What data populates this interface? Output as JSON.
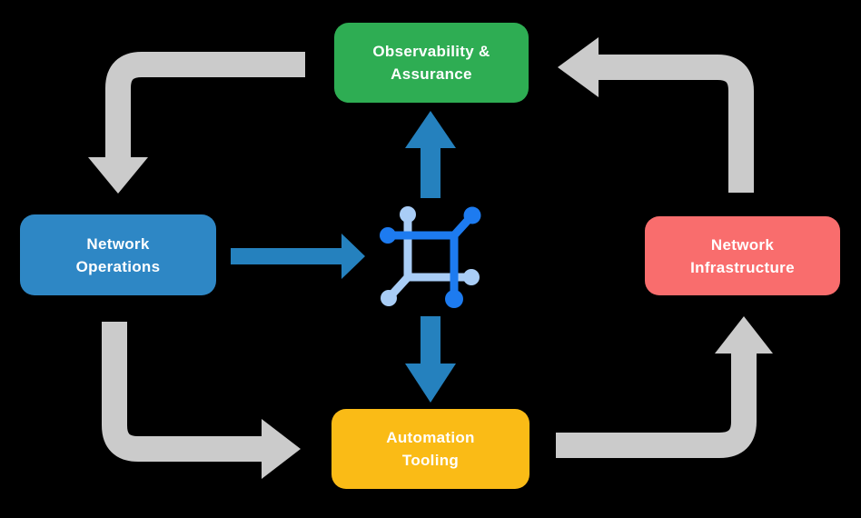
{
  "canvas": {
    "background": "#000000"
  },
  "nodes": {
    "observability": {
      "line1": "Observability &",
      "line2": "Assurance",
      "color": "#2EAD53",
      "text_color": "#FFFFFF"
    },
    "operations": {
      "line1": "Network",
      "line2": "Operations",
      "color": "#2E87C5",
      "text_color": "#FFFFFF"
    },
    "infrastructure": {
      "line1": "Network",
      "line2": "Infrastructure",
      "color": "#F96D6D",
      "text_color": "#FFFFFF"
    },
    "automation": {
      "line1": "Automation",
      "line2": "Tooling",
      "color": "#FABB16",
      "text_color": "#FFFFFF"
    }
  },
  "hub_icon": {
    "name": "network-mesh-icon",
    "primary_color": "#1D7BF0",
    "secondary_color": "#A9CDF6"
  },
  "arrows": {
    "cycle_color": "#CBCBCB",
    "flow_color": "#2581BE",
    "cycle": [
      {
        "name": "observability-to-operations",
        "direction": "left-then-down"
      },
      {
        "name": "operations-to-automation",
        "direction": "down-then-right"
      },
      {
        "name": "automation-to-infrastructure",
        "direction": "right-then-up"
      },
      {
        "name": "infrastructure-to-observability",
        "direction": "up-then-left"
      }
    ],
    "flow": [
      {
        "name": "operations-to-hub",
        "direction": "right"
      },
      {
        "name": "hub-to-observability",
        "direction": "up"
      },
      {
        "name": "hub-to-automation",
        "direction": "down"
      }
    ]
  }
}
